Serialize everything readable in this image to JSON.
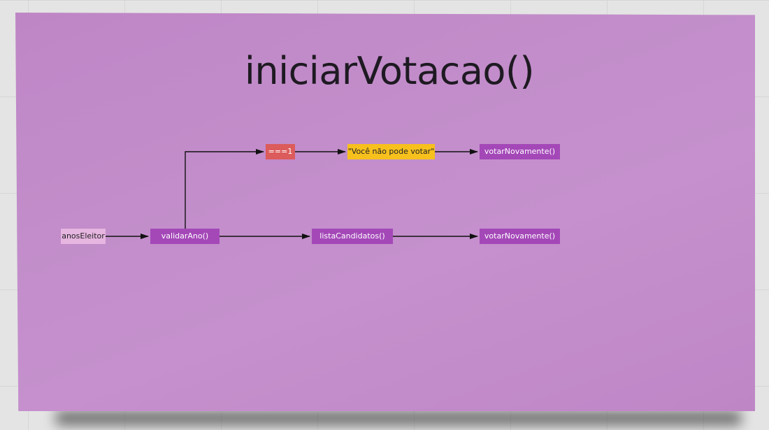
{
  "diagram": {
    "title": "iniciarVotacao()",
    "nodes": {
      "anos_eleitor": "anosEleitor",
      "validar_ano": "validarAno()",
      "condition": "===1",
      "message": "\"Você não pode votar\"",
      "votar_novamente_top": "votarNovamente()",
      "lista_candidatos": "listaCandidatos()",
      "votar_novamente_bottom": "votarNovamente()"
    },
    "edges": [
      {
        "from": "anos_eleitor",
        "to": "validar_ano"
      },
      {
        "from": "validar_ano",
        "to": "condition"
      },
      {
        "from": "condition",
        "to": "message"
      },
      {
        "from": "message",
        "to": "votar_novamente_top"
      },
      {
        "from": "validar_ano",
        "to": "lista_candidatos"
      },
      {
        "from": "lista_candidatos",
        "to": "votar_novamente_bottom"
      }
    ]
  },
  "colors": {
    "sticky_note": "#c08acb",
    "input_node": "#e6b5e0",
    "function_node": "#a448b8",
    "condition_node": "#dc5b5b",
    "message_node": "#f7c01d"
  }
}
